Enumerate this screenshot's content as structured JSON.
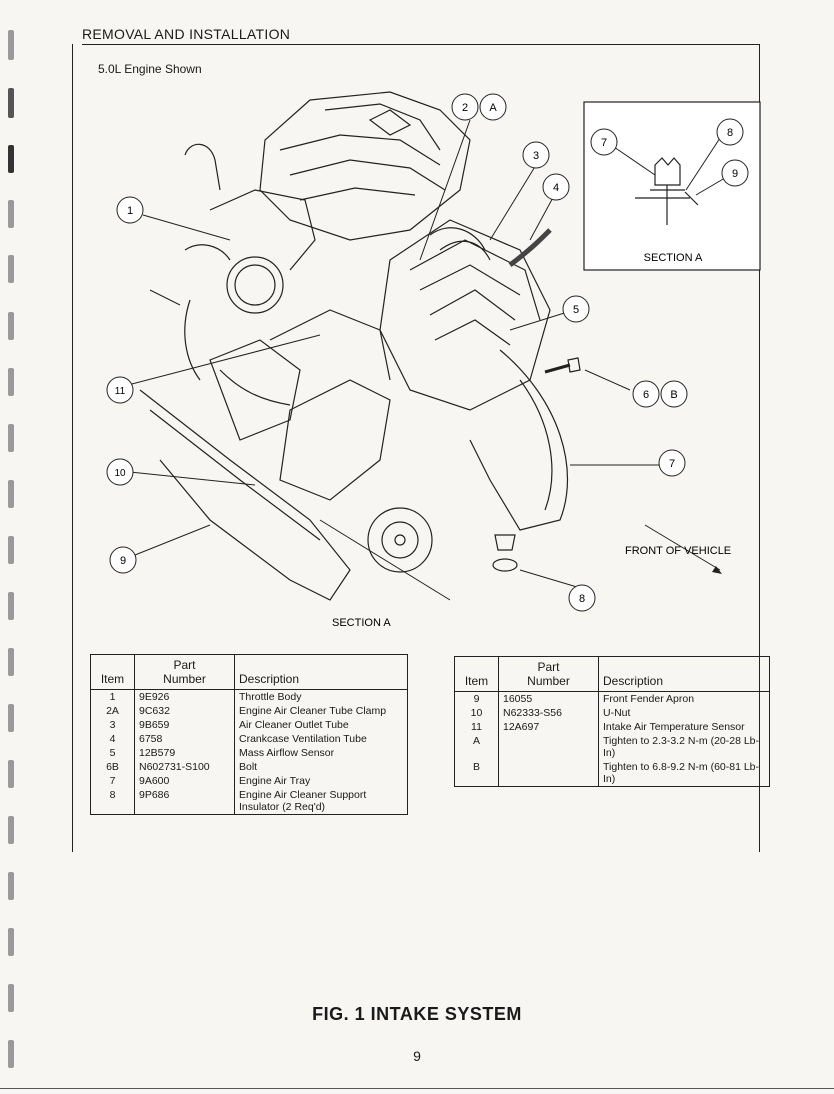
{
  "header": {
    "section_title": "REMOVAL AND INSTALLATION"
  },
  "figure": {
    "engine_note": "5.0L Engine Shown",
    "inset_label": "SECTION A",
    "main_section_label": "SECTION A",
    "front_label": "FRONT OF VEHICLE",
    "callouts": {
      "c1": "1",
      "c2": "2",
      "cA": "A",
      "c3": "3",
      "c4": "4",
      "c5": "5",
      "c6": "6",
      "cB": "B",
      "c7": "7",
      "c8": "8",
      "c9": "9",
      "c10": "10",
      "c11": "11",
      "i7": "7",
      "i8": "8",
      "i9": "9"
    }
  },
  "table_left": {
    "headers": {
      "item": "Item",
      "part_line1": "Part",
      "part_line2": "Number",
      "description": "Description"
    },
    "rows": [
      {
        "item": "1",
        "part": "9E926",
        "desc": "Throttle Body"
      },
      {
        "item": "2A",
        "part": "9C632",
        "desc": "Engine Air Cleaner Tube Clamp"
      },
      {
        "item": "3",
        "part": "9B659",
        "desc": "Air Cleaner Outlet Tube"
      },
      {
        "item": "4",
        "part": "6758",
        "desc": "Crankcase Ventilation Tube"
      },
      {
        "item": "5",
        "part": "12B579",
        "desc": "Mass Airflow Sensor"
      },
      {
        "item": "6B",
        "part": "N602731-S100",
        "desc": "Bolt"
      },
      {
        "item": "7",
        "part": "9A600",
        "desc": "Engine Air Tray"
      },
      {
        "item": "8",
        "part": "9P686",
        "desc": "Engine Air Cleaner Support Insulator (2 Req'd)"
      }
    ]
  },
  "table_right": {
    "headers": {
      "item": "Item",
      "part_line1": "Part",
      "part_line2": "Number",
      "description": "Description"
    },
    "rows": [
      {
        "item": "9",
        "part": "16055",
        "desc": "Front Fender Apron"
      },
      {
        "item": "10",
        "part": "N62333-S56",
        "desc": "U-Nut"
      },
      {
        "item": "11",
        "part": "12A697",
        "desc": "Intake Air Temperature Sensor"
      },
      {
        "item": "A",
        "part": "",
        "desc": "Tighten to 2.3-3.2 N-m (20-28 Lb-In)"
      },
      {
        "item": "B",
        "part": "",
        "desc": "Tighten to 6.8-9.2 N-m (60-81 Lb-In)"
      }
    ]
  },
  "footer": {
    "figure_title": "FIG. 1 INTAKE SYSTEM",
    "page_number": "9"
  }
}
